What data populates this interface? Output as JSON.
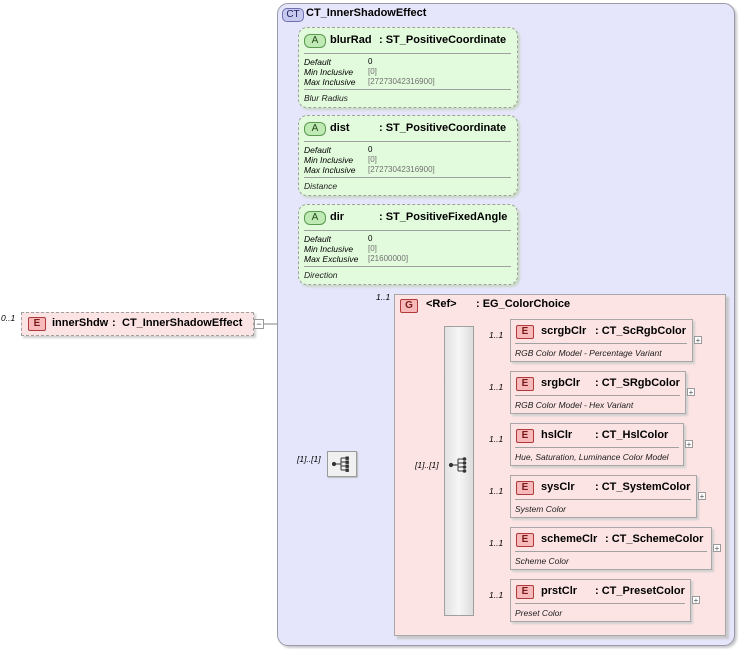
{
  "complex_type": {
    "badge": "CT",
    "name": "CT_InnerShadowEffect"
  },
  "root_element": {
    "badge": "E",
    "cardinality": "0..1",
    "name": "innerShdw",
    "sep": ":",
    "type": "CT_InnerShadowEffect",
    "collapse": "−"
  },
  "attributes": [
    {
      "badge": "A",
      "name": "blurRad",
      "type": ": ST_PositiveCoordinate",
      "facets": [
        {
          "label": "Default",
          "value": "0",
          "gray": false
        },
        {
          "label": "Min Inclusive",
          "value": "[0]",
          "gray": true
        },
        {
          "label": "Max Inclusive",
          "value": "[27273042316900]",
          "gray": true
        }
      ],
      "doc": "Blur Radius"
    },
    {
      "badge": "A",
      "name": "dist",
      "type": ": ST_PositiveCoordinate",
      "facets": [
        {
          "label": "Default",
          "value": "0",
          "gray": false
        },
        {
          "label": "Min Inclusive",
          "value": "[0]",
          "gray": true
        },
        {
          "label": "Max Inclusive",
          "value": "[27273042316900]",
          "gray": true
        }
      ],
      "doc": "Distance"
    },
    {
      "badge": "A",
      "name": "dir",
      "type": ": ST_PositiveFixedAngle",
      "facets": [
        {
          "label": "Default",
          "value": "0",
          "gray": false
        },
        {
          "label": "Min Inclusive",
          "value": "[0]",
          "gray": true
        },
        {
          "label": "Max Exclusive",
          "value": "[21600000]",
          "gray": true
        }
      ],
      "doc": "Direction"
    }
  ],
  "sequence": {
    "cardinality": "[1]..[1]"
  },
  "group": {
    "badge": "G",
    "cardinality": "1..1",
    "ref": "<Ref>",
    "name": ": EG_ColorChoice"
  },
  "choice": {
    "cardinality": "[1]..[1]"
  },
  "color_elements": [
    {
      "badge": "E",
      "cardinality": "1..1",
      "name": "scrgbClr",
      "type": ": CT_ScRgbColor",
      "doc": "RGB Color Model - Percentage Variant",
      "expand": "+"
    },
    {
      "badge": "E",
      "cardinality": "1..1",
      "name": "srgbClr",
      "type": ": CT_SRgbColor",
      "doc": "RGB Color Model - Hex Variant",
      "expand": "+"
    },
    {
      "badge": "E",
      "cardinality": "1..1",
      "name": "hslClr",
      "type": ": CT_HslColor",
      "doc": "Hue, Saturation, Luminance Color Model",
      "expand": "+"
    },
    {
      "badge": "E",
      "cardinality": "1..1",
      "name": "sysClr",
      "type": ": CT_SystemColor",
      "doc": "System Color",
      "expand": "+"
    },
    {
      "badge": "E",
      "cardinality": "1..1",
      "name": "schemeClr",
      "type": ": CT_SchemeColor",
      "doc": "Scheme Color",
      "expand": "+"
    },
    {
      "badge": "E",
      "cardinality": "1..1",
      "name": "prstClr",
      "type": ": CT_PresetColor",
      "doc": "Preset Color",
      "expand": "+"
    }
  ]
}
